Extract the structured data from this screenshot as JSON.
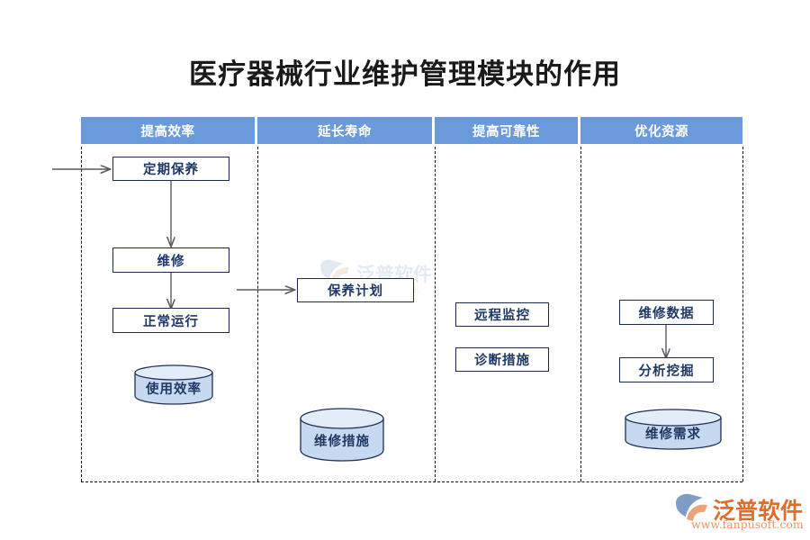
{
  "title": "医疗器械行业维护管理模块的作用",
  "colors": {
    "header_band": "#6a9adb",
    "box_border": "#1b2c4f",
    "box_text": "#1f3864",
    "cylinder_fill": "#c6d9f1",
    "lane_divider": "#111111",
    "logo_orange": "#e06c2e",
    "arrow": "#595959"
  },
  "lanes": [
    {
      "header": "提高效率"
    },
    {
      "header": "延长寿命"
    },
    {
      "header": "提高可靠性"
    },
    {
      "header": "优化资源"
    }
  ],
  "nodes": {
    "lane1": [
      {
        "label": "定期保养",
        "shape": "process"
      },
      {
        "label": "维修",
        "shape": "process"
      },
      {
        "label": "正常运行",
        "shape": "process"
      },
      {
        "label": "使用效率",
        "shape": "cylinder"
      }
    ],
    "lane2": [
      {
        "label": "保养计划",
        "shape": "process"
      },
      {
        "label": "维修措施",
        "shape": "cylinder"
      }
    ],
    "lane3": [
      {
        "label": "远程监控",
        "shape": "process"
      },
      {
        "label": "诊断措施",
        "shape": "process"
      }
    ],
    "lane4": [
      {
        "label": "维修数据",
        "shape": "process"
      },
      {
        "label": "分析挖掘",
        "shape": "process"
      },
      {
        "label": "维修需求",
        "shape": "cylinder"
      }
    ]
  },
  "logo": {
    "name": "泛普软件",
    "url": "www.fanpusoft.com"
  }
}
